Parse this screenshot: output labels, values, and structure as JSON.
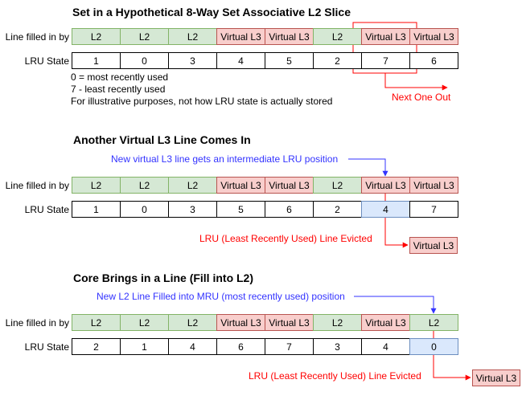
{
  "section1": {
    "title": "Set in a Hypothetical 8-Way Set Associative L2 Slice",
    "row_filled_label": "Line filled in by",
    "row_lru_label": "LRU State",
    "fill": [
      "L2",
      "L2",
      "L2",
      "Virtual L3",
      "Virtual L3",
      "L2",
      "Virtual L3",
      "Virtual L3"
    ],
    "lru": [
      "1",
      "0",
      "3",
      "4",
      "5",
      "2",
      "7",
      "6"
    ],
    "note1": "0 = most recently used",
    "note2": "7 - least recently used",
    "note3": "For illustrative purposes, not how LRU state is actually stored",
    "next_out_label": "Next One Out"
  },
  "section2": {
    "title": "Another Virtual L3 Line Comes In",
    "annotation": "New virtual L3 line gets an intermediate LRU position",
    "row_filled_label": "Line filled in by",
    "row_lru_label": "LRU State",
    "fill": [
      "L2",
      "L2",
      "L2",
      "Virtual L3",
      "Virtual L3",
      "L2",
      "Virtual L3",
      "Virtual L3"
    ],
    "lru": [
      "1",
      "0",
      "3",
      "5",
      "6",
      "2",
      "4",
      "7"
    ],
    "evicted_label": "LRU (Least Recently Used) Line Evicted",
    "evicted_box": "Virtual L3"
  },
  "section3": {
    "title": "Core Brings in a Line (Fill into L2)",
    "annotation": "New L2 Line Filled into MRU (most recently used) position",
    "row_filled_label": "Line filled in by",
    "row_lru_label": "LRU State",
    "fill": [
      "L2",
      "L2",
      "L2",
      "Virtual L3",
      "Virtual L3",
      "L2",
      "Virtual L3",
      "L2"
    ],
    "lru": [
      "2",
      "1",
      "4",
      "6",
      "7",
      "3",
      "4",
      "0"
    ],
    "evicted_label": "LRU (Least Recently Used) Line Evicted",
    "evicted_box": "Virtual L3"
  },
  "colors": {
    "l2_fill": "#d5e8d4",
    "l2_border": "#82b366",
    "vl3_fill": "#f8cecc",
    "vl3_border": "#b85450",
    "highlight_fill": "#dae8fc",
    "highlight_border": "#6c8ebf",
    "red_text": "#ff0000",
    "blue_text": "#3333ff"
  }
}
